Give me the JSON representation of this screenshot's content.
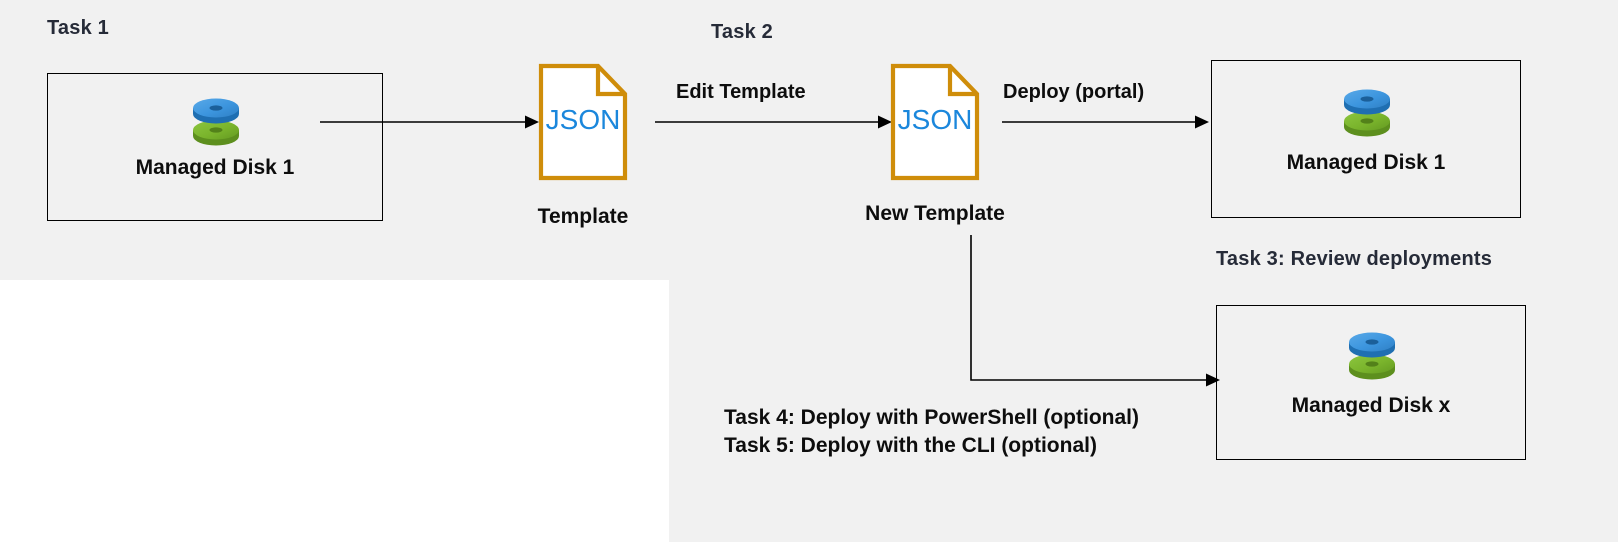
{
  "diagram": {
    "title_tasks": {
      "task1": "Task 1",
      "task2": "Task 2",
      "task3": "Task 3: Review deployments",
      "task4": "Task 4: Deploy with PowerShell (optional)",
      "task5": "Task 5: Deploy with the CLI (optional)"
    },
    "nodes": {
      "source_disk": {
        "caption": "Managed Disk 1",
        "icon": "managed-disk-icon"
      },
      "template_doc": {
        "label": "JSON",
        "caption": "Template",
        "icon": "json-document-icon"
      },
      "new_template_doc": {
        "label": "JSON",
        "caption": "New Template",
        "icon": "json-document-icon"
      },
      "deployed_disk_1": {
        "caption": "Managed Disk 1",
        "icon": "managed-disk-icon"
      },
      "deployed_disk_x": {
        "caption": "Managed Disk x",
        "icon": "managed-disk-icon"
      }
    },
    "edges": {
      "export": {
        "label": ""
      },
      "edit_template": {
        "label": "Edit Template"
      },
      "deploy_portal": {
        "label": "Deploy (portal)"
      },
      "deploy_scripted": {
        "label": ""
      }
    },
    "colors": {
      "panel_background": "#f1f1f1",
      "page_background": "#ffffff",
      "heading_text": "#262b38",
      "body_text": "#0d0d0d",
      "json_border": "#cf8d0a",
      "json_text": "#1b87dc",
      "disk_blue": "#3c95de",
      "disk_green": "#7ab42c",
      "stroke": "#000000"
    }
  }
}
